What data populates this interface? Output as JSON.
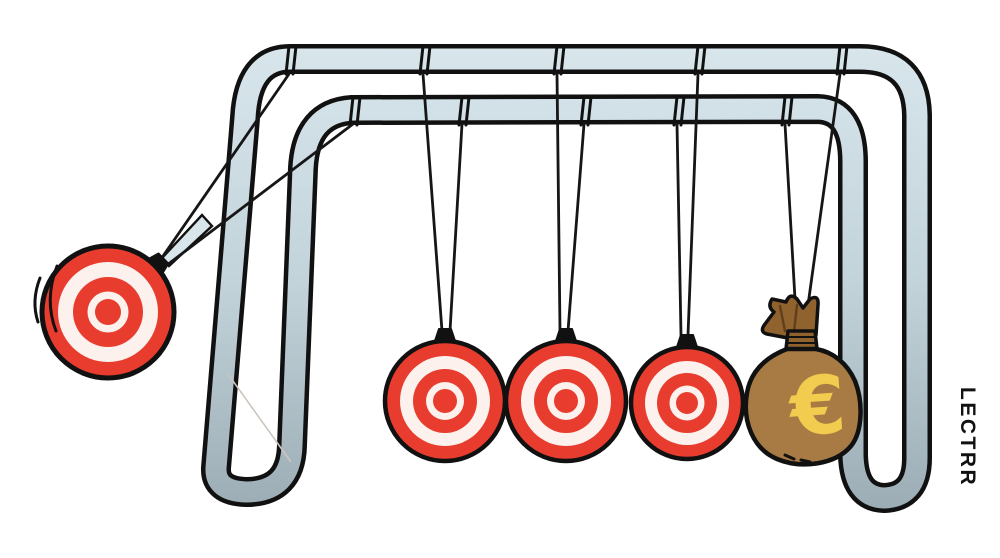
{
  "artwork": {
    "signature": "LECTRR",
    "currency_symbol": "€"
  },
  "scene": {
    "hanging_target_balls": 3,
    "swinging_target_balls": 1,
    "money_bags": 1
  },
  "colors": {
    "background": "#ffffff",
    "frame_light": "#d8e6ec",
    "frame_mid": "#c2d3da",
    "frame_dark": "#9aabb3",
    "outline": "#111111",
    "target_red": "#e83d2e",
    "target_white": "#fcf1ed",
    "bag_body": "#a87b45",
    "bag_dark": "#8f622e",
    "bag_crease": "#5f3f1c",
    "euro_yellow": "#f2cc4e",
    "string": "#161616",
    "sketch": "#cdc6be"
  }
}
